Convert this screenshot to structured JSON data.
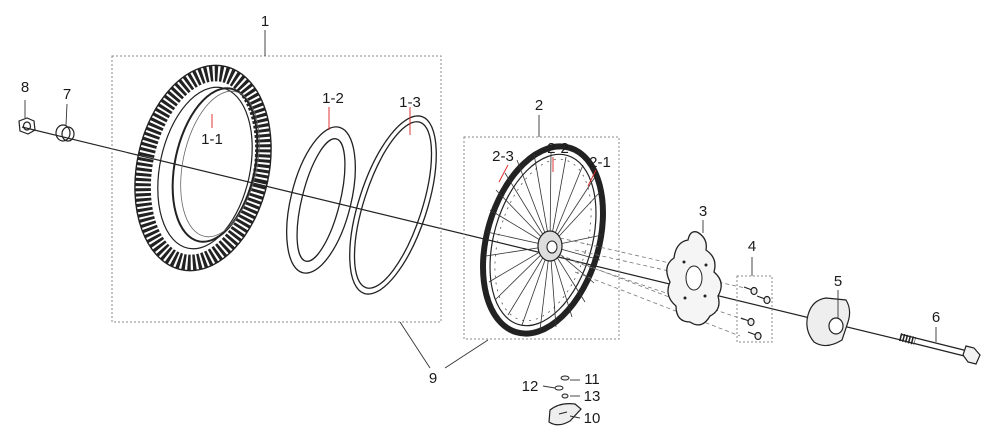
{
  "labels": {
    "p1": "1",
    "p1_1": "1-1",
    "p1_2": "1-2",
    "p1_3": "1-3",
    "p2": "2",
    "p2_1": "2-1",
    "p2_2": "2-2",
    "p2_3": "2-3",
    "p3": "3",
    "p4": "4",
    "p5": "5",
    "p6": "6",
    "p7": "7",
    "p8": "8",
    "p9": "9",
    "p10": "10",
    "p11": "11",
    "p12": "12",
    "p13": "13"
  }
}
